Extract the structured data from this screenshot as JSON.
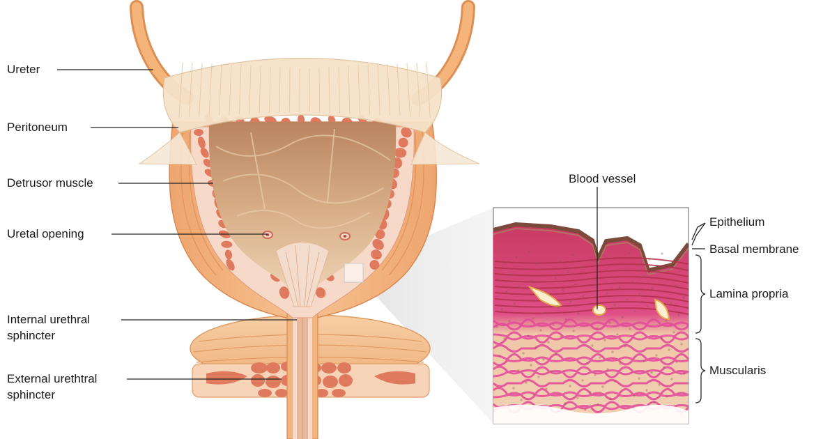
{
  "labels": {
    "ureter": "Ureter",
    "peritoneum": "Peritoneum",
    "detrusor": "Detrusor muscle",
    "uretal_opening": "Uretal opening",
    "internal_sphincter_line1": "Internal urethral",
    "internal_sphincter_line2": "sphincter",
    "external_sphincter_line1": "External urethtral",
    "external_sphincter_line2": "sphincter",
    "blood_vessel": "Blood vessel",
    "epithelium": "Epithelium",
    "basal_membrane": "Basal membrane",
    "lamina_propria": "Lamina propria",
    "muscularis": "Muscularis"
  },
  "colors": {
    "muscle_outer": "#f2b47e",
    "muscle_stripe": "#e59a62",
    "mucosa": "#f7d9c9",
    "muscle_cell": "#e07a5f",
    "lumen_light": "#e2c19b",
    "lumen_dark": "#b98560",
    "peritoneum": "#f4e0c8",
    "histology_pink": "#e2468c",
    "histology_deep": "#c2344f",
    "histology_tan": "#eec9a2",
    "epithelium": "#8a5a4a"
  }
}
